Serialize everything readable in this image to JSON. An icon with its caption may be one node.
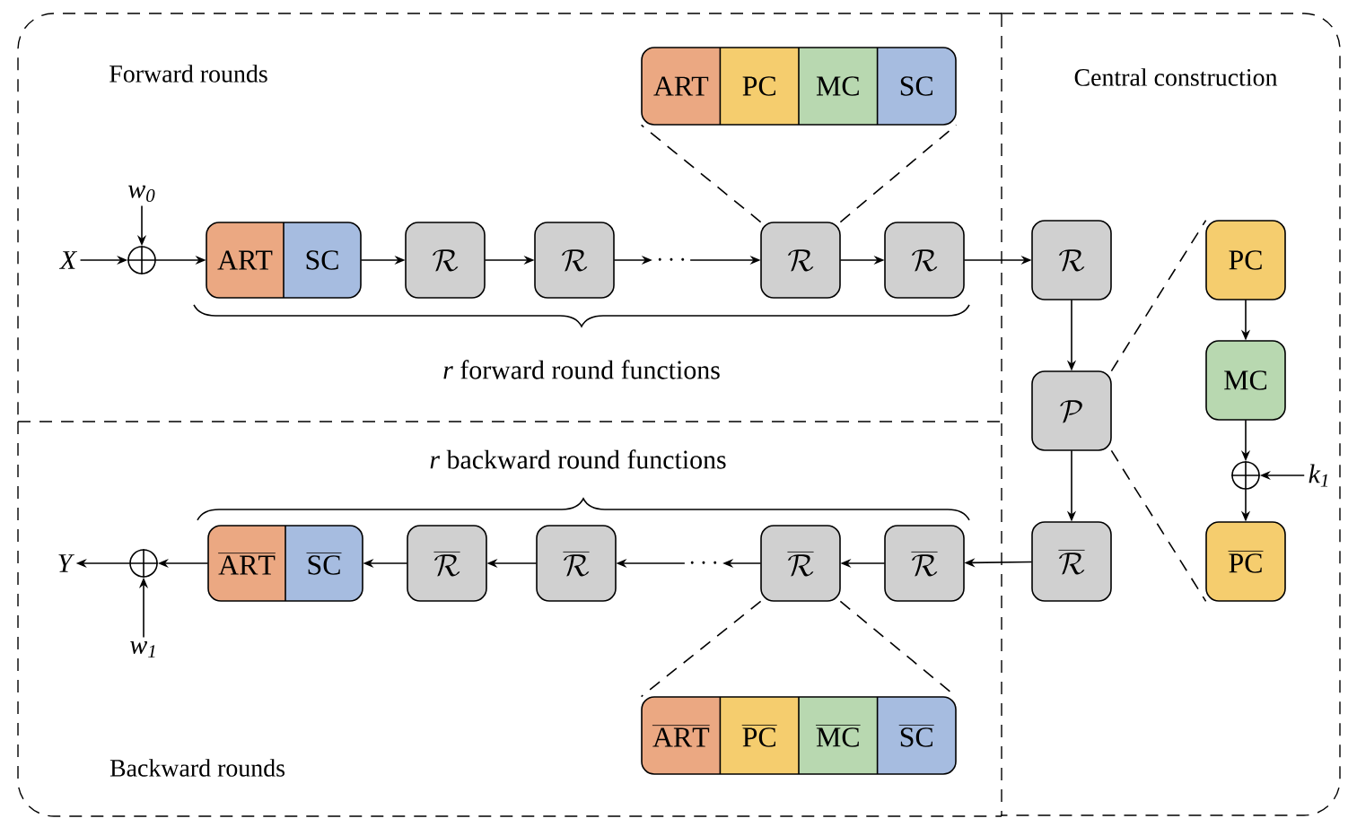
{
  "diagram": {
    "nodes": [
      {
        "text": [
          "Forward rounds"
        ]
      },
      {
        "text": [
          "Backward rounds"
        ]
      },
      {
        "text": [
          "Central construction"
        ]
      },
      {
        "text": [
          "X"
        ],
        "in": 0
      },
      {
        "text": [
          "w$_{0}$"
        ],
        "in": 0
      },
      {
        "text": [],
        "shape": "circle",
        "in": 0
      },
      {
        "text": [
          "ART",
          "SC"
        ],
        "in": 0
      },
      {
        "text": [
          "\\mathcal{R}"
        ],
        "in": 0
      },
      {
        "text": [
          "\\mathcal{R}"
        ],
        "in": 0
      },
      {
        "text": [
          "\\cdots"
        ],
        "in": 0
      },
      {
        "text": [
          "\\mathcal{R}"
        ],
        "in": 0
      },
      {
        "text": [
          "\\mathcal{R}"
        ],
        "in": 0
      },
      {
        "text": [
          "ART",
          "PC",
          "MC",
          "SC"
        ],
        "in": 0
      },
      {
        "text": [
          "Y"
        ],
        "in": 1
      },
      {
        "text": [],
        "shape": "circle",
        "in": 1
      },
      {
        "text": [
          "\\overline{\\mathrm{ART}}",
          "\\overline{\\mathrm{SC}}"
        ],
        "in": 1
      },
      {
        "text": [
          "\\overline{\\mathcal{R}}"
        ],
        "in": 1
      },
      {
        "text": [
          "\\overline{\\mathcal{R}}"
        ],
        "in": 1
      },
      {
        "text": [
          "\\cdots"
        ],
        "in": 1
      },
      {
        "text": [
          "\\overline{\\mathcal{R}}"
        ],
        "in": 1
      },
      {
        "text": [
          "\\overline{\\mathcal{R}}"
        ],
        "in": 1
      },
      {
        "text": [
          "w$_{1}$"
        ],
        "in": 1
      },
      {
        "text": [
          "\\overline{\\mathrm{ART}}",
          "\\overline{\\mathrm{PC}}",
          "\\overline{\\mathrm{MC}}",
          "\\overline{\\mathrm{SC}}"
        ],
        "in": 1
      },
      {
        "text": [
          "\\mathcal{R}"
        ],
        "in": 2
      },
      {
        "text": [
          "\\mathcal{P}"
        ],
        "in": 2
      },
      {
        "text": [
          "\\overline{\\mathcal{R}}"
        ],
        "in": 2
      },
      {
        "text": [
          "PC"
        ],
        "in": 2
      },
      {
        "text": [
          "MC"
        ],
        "in": 2
      },
      {
        "text": [],
        "shape": "circle",
        "in": 2
      },
      {
        "text": [
          "k$_{1}$"
        ],
        "in": 2
      },
      {
        "text": [
          "\\overline{\\mathrm{PC}}"
        ],
        "in": 2
      }
    ],
    "edges": [
      {
        "from": 3,
        "to": 5,
        "arrow": "to"
      },
      {
        "from": 4,
        "to": 5,
        "arrow": "to"
      },
      {
        "from": 5,
        "to": 6,
        "arrow": "to"
      },
      {
        "from": 6,
        "to": 7,
        "arrow": "to"
      },
      {
        "from": 7,
        "to": 8,
        "arrow": "to"
      },
      {
        "from": 8,
        "to": 9,
        "arrow": "to"
      },
      {
        "from": 9,
        "to": 10,
        "arrow": "to"
      },
      {
        "from": 10,
        "to": 11,
        "arrow": "to"
      },
      {
        "from": 11,
        "to": 23,
        "arrow": "to"
      },
      {
        "from": 10,
        "to": 12,
        "arrow": "none",
        "style": "dashed"
      },
      {
        "from": 10,
        "to": 12,
        "arrow": "none",
        "style": "dashed"
      },
      {
        "from": 23,
        "to": 24,
        "arrow": "to"
      },
      {
        "from": 24,
        "to": 25,
        "arrow": "to"
      },
      {
        "from": 25,
        "to": 20,
        "arrow": "to"
      },
      {
        "from": 24,
        "to": 26,
        "arrow": "none",
        "style": "dashed"
      },
      {
        "from": 24,
        "to": 30,
        "arrow": "none",
        "style": "dashed"
      },
      {
        "from": 26,
        "to": 27,
        "arrow": "to"
      },
      {
        "from": 27,
        "to": 28,
        "arrow": "to"
      },
      {
        "from": 28,
        "to": 30,
        "arrow": "to"
      },
      {
        "from": 29,
        "to": 28,
        "arrow": "to"
      },
      {
        "from": 20,
        "to": 19,
        "arrow": "to"
      },
      {
        "from": 19,
        "to": 18,
        "arrow": "to"
      },
      {
        "from": 18,
        "to": 17,
        "arrow": "to"
      },
      {
        "from": 17,
        "to": 16,
        "arrow": "to"
      },
      {
        "from": 16,
        "to": 15,
        "arrow": "to"
      },
      {
        "from": 15,
        "to": 14,
        "arrow": "to"
      },
      {
        "from": 14,
        "to": 13,
        "arrow": "to"
      },
      {
        "from": 21,
        "to": 14,
        "arrow": "to"
      },
      {
        "from": 19,
        "to": 22,
        "arrow": "none",
        "style": "dashed"
      },
      {
        "from": 19,
        "to": 22,
        "arrow": "none",
        "style": "dashed"
      }
    ],
    "labels": [
      "*r* forward round functions",
      "*r* backward round functions"
    ]
  }
}
